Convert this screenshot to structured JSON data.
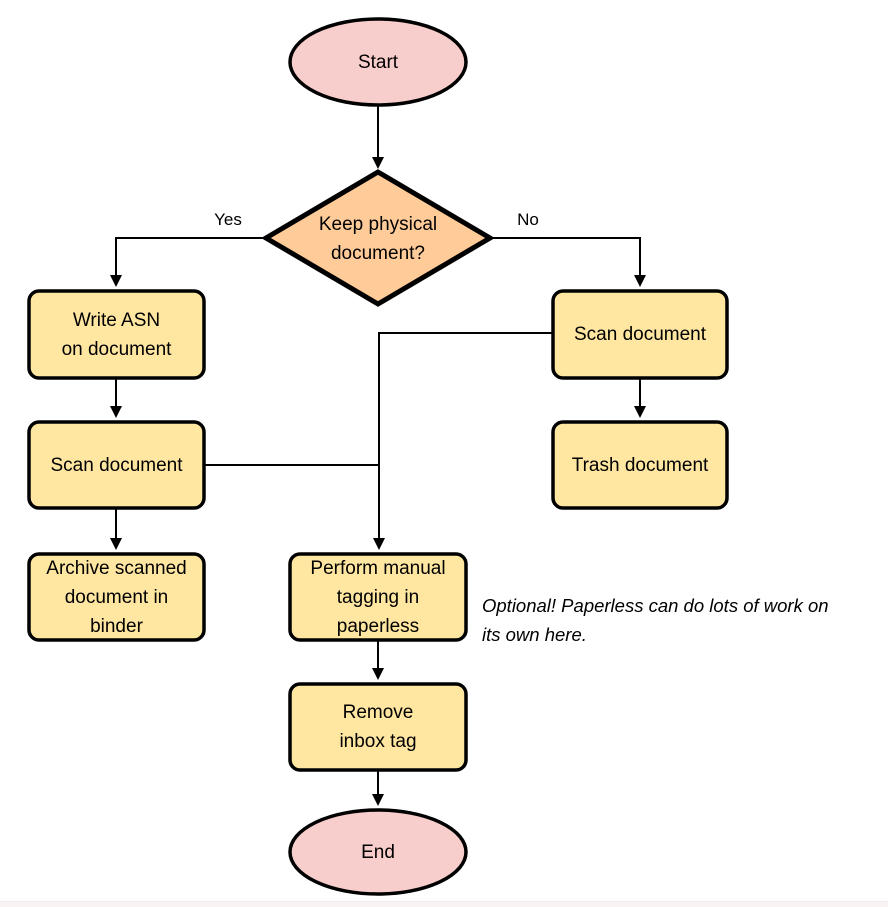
{
  "colors": {
    "terminal": "#F8CECC",
    "decision": "#FFCC99",
    "process": "#FFE6A1",
    "stroke": "#000000"
  },
  "nodes": {
    "start": {
      "label": "Start",
      "shape": "terminal"
    },
    "keep_physical": {
      "label": "Keep physical\ndocument?",
      "shape": "decision"
    },
    "write_asn": {
      "label": "Write ASN\non document",
      "shape": "process"
    },
    "scan_document_left": {
      "label": "Scan document",
      "shape": "process"
    },
    "archive_scanned": {
      "label": "Archive scanned\ndocument in\nbinder",
      "shape": "process"
    },
    "scan_document_right": {
      "label": "Scan document",
      "shape": "process"
    },
    "trash_document": {
      "label": "Trash document",
      "shape": "process"
    },
    "perform_tagging": {
      "label": "Perform manual\ntagging in\npaperless",
      "shape": "process"
    },
    "remove_inbox_tag": {
      "label": "Remove\ninbox tag",
      "shape": "process"
    },
    "end": {
      "label": "End",
      "shape": "terminal"
    }
  },
  "edge_labels": {
    "yes": "Yes",
    "no": "No"
  },
  "note": {
    "text": "Optional! Paperless can do lots of work on\nits own here."
  },
  "edges": [
    {
      "from": "start",
      "to": "keep_physical",
      "label": ""
    },
    {
      "from": "keep_physical",
      "to": "write_asn",
      "label": "Yes"
    },
    {
      "from": "keep_physical",
      "to": "scan_document_right",
      "label": "No"
    },
    {
      "from": "write_asn",
      "to": "scan_document_left",
      "label": ""
    },
    {
      "from": "scan_document_left",
      "to": "archive_scanned",
      "label": ""
    },
    {
      "from": "scan_document_left",
      "to": "perform_tagging",
      "label": ""
    },
    {
      "from": "scan_document_right",
      "to": "trash_document",
      "label": ""
    },
    {
      "from": "scan_document_right",
      "to": "perform_tagging",
      "label": ""
    },
    {
      "from": "perform_tagging",
      "to": "remove_inbox_tag",
      "label": ""
    },
    {
      "from": "remove_inbox_tag",
      "to": "end",
      "label": ""
    }
  ]
}
